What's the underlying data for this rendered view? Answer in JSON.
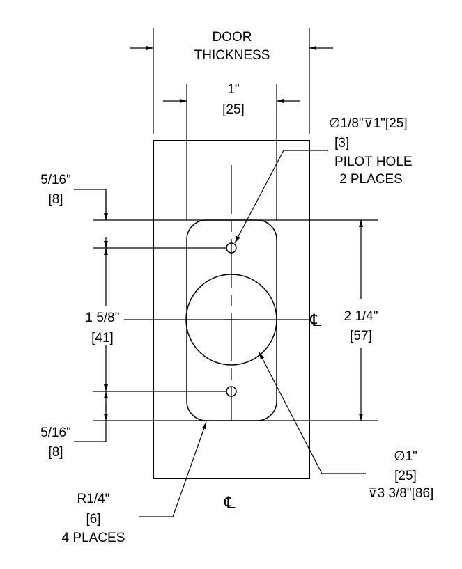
{
  "labels": {
    "door_thickness_1": "DOOR",
    "door_thickness_2": "THICKNESS",
    "one_inch": "1\"",
    "one_inch_mm": "[25]",
    "pilot_spec": "∅1/8\"⊽1\"[25]",
    "pilot_mm": "[3]",
    "pilot_hole": "PILOT HOLE",
    "pilot_places": "2 PLACES",
    "top_offset": "5/16\"",
    "top_offset_mm": "[8]",
    "hole_spacing": "1 5/8\"",
    "hole_spacing_mm": "[41]",
    "bottom_offset": "5/16\"",
    "bottom_offset_mm": "[8]",
    "height": "2 1/4\"",
    "height_mm": "[57]",
    "centerline_right": "℄",
    "centerline_bottom": "℄",
    "bore_dia": "∅1\"",
    "bore_dia_mm": "[25]",
    "bore_depth": "⊽3 3/8\"[86]",
    "radius": "R1/4\"",
    "radius_mm": "[6]",
    "radius_places": "4 PLACES"
  }
}
